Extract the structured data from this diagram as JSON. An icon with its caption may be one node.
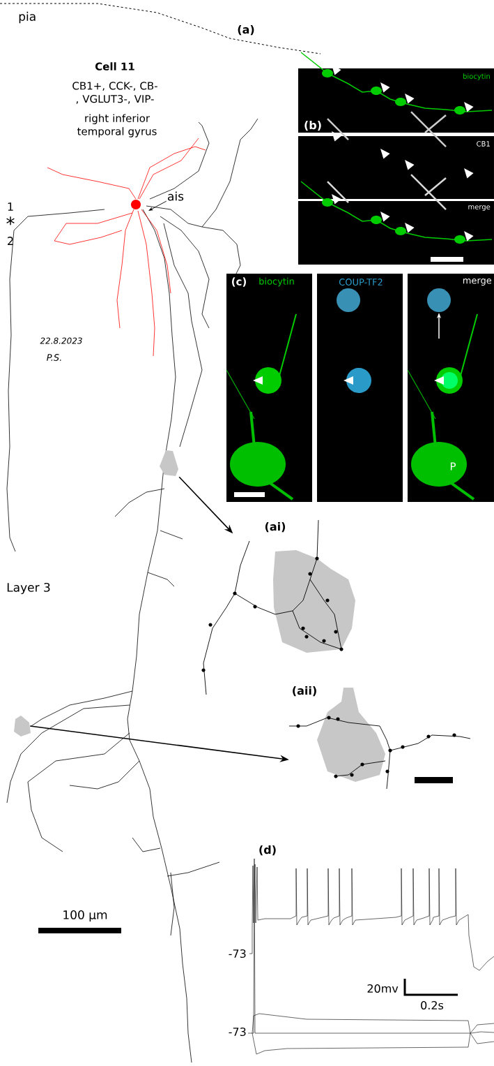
{
  "diagram": {
    "nodes": [
      {
        "text": [
          "ais"
        ]
      },
      {
        "text": [],
        "shape": "picture"
      },
      {
        "text": [
          "(ai)"
        ]
      },
      {
        "text": [],
        "shape": "picture"
      },
      {
        "text": [
          "(aii)"
        ]
      }
    ],
    "edges": [
      {
        "from": 0,
        "to": null,
        "arrow": "to"
      },
      {
        "from": 1,
        "to": 2,
        "arrow": "to"
      },
      {
        "from": 3,
        "to": 4,
        "arrow": "to"
      }
    ],
    "labels": [
      "pia",
      "(a)",
      "Cell 11",
      "CB1+, CCK-, CB-, VGLUT3-, VIP-",
      "right inferior temporal gyrus",
      "1",
      "*",
      "2",
      "22.8.2023",
      "P.S.",
      "biocytin",
      "(b)",
      "CB1",
      "merge",
      "(c)",
      "biocytin",
      "COUP-TF2",
      "merge",
      "P",
      "Layer 3",
      "100 μm",
      "(d)",
      "-73",
      "20mv",
      "0.2s",
      "-73"
    ]
  }
}
